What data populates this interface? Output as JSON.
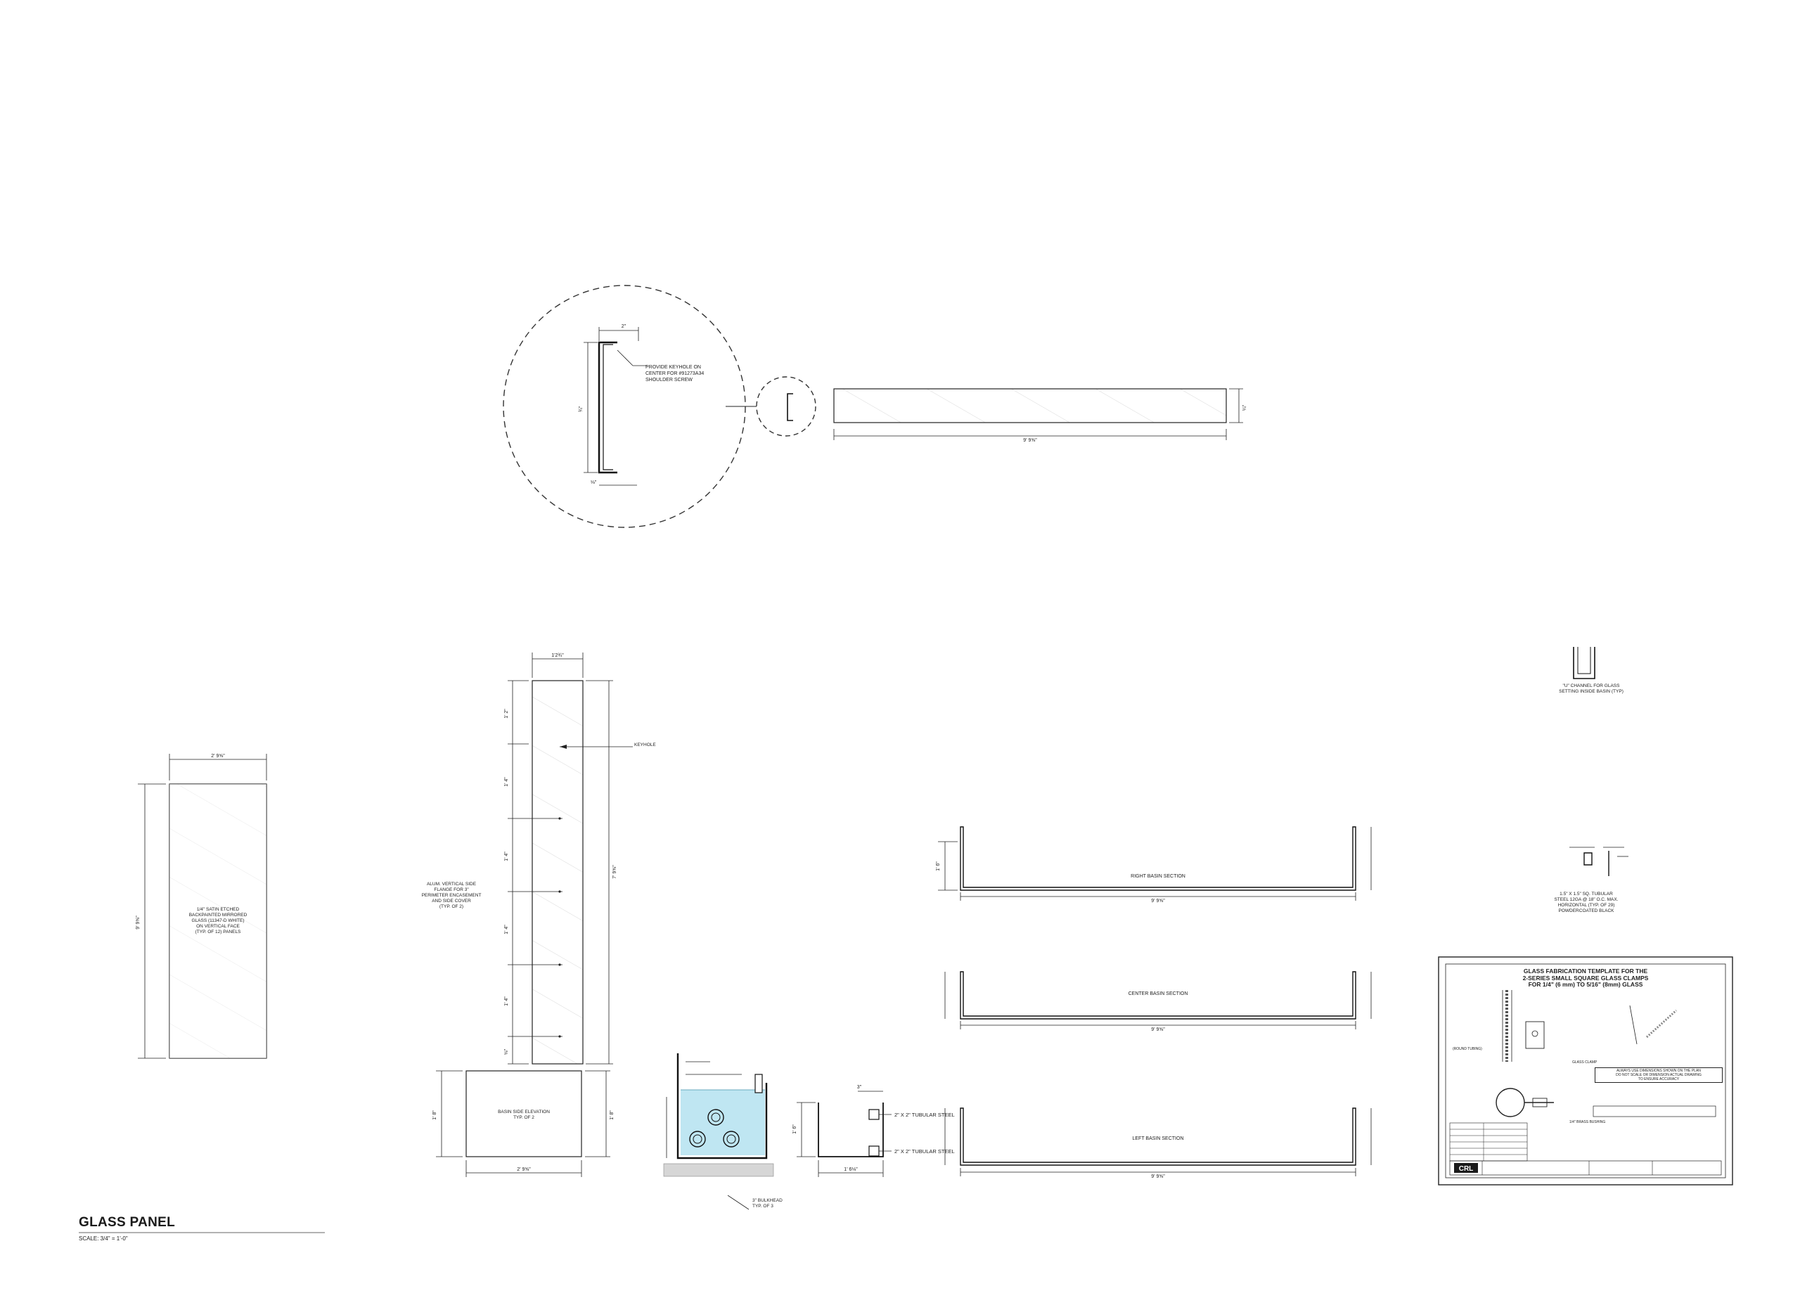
{
  "sheet": {
    "title": "GLASS PANEL",
    "scale": "SCALE: 3/4\" = 1'-0\""
  },
  "notes": {
    "keyhole_detail": "PROVIDE KEYHOLE ON\nCENTER FOR #91273A34\nSHOULDER SCREW",
    "glass_note": "1/4\" SATIN ETCHED\nBACKPAINTED MIRRORED\nGLASS (11347-D WHITE)\nON VERTICAL FACE\n(TYP. OF 12) PANELS",
    "keyhole": "KEYHOLE",
    "alum_flange": "ALUM. VERTICAL SIDE\nFLANGE FOR 3\"\nPERIMETER ENCASEMENT\nAND SIDE COVER\n(TYP. OF 2)",
    "basin_side_elev": "BASIN SIDE ELEVATION\nTYP. OF 2",
    "tubular_steel_1": "2\" X 2\" TUBULAR STEEL",
    "tubular_steel_2": "2\" X 2\" TUBULAR STEEL",
    "bulkhead": "3\" BULKHEAD\nTYP. OF 3",
    "right_basin": "RIGHT BASIN SECTION",
    "center_basin": "CENTER BASIN SECTION",
    "left_basin": "LEFT BASIN SECTION",
    "u_channel": "\"U\" CHANNEL FOR GLASS\nSETTING INSIDE BASIN (TYP)",
    "tubular_note": "1.5\" X 1.5\" SQ. TUBULAR\nSTEEL 12GA @ 18\" O.C. MAX.\nHORIZONTAL (TYP. OF 29)\nPOWDERCOATED BLACK"
  },
  "dimensions": {
    "keyhole_top": "2\"",
    "keyhole_height": "¾\"",
    "keyhole_bottom": "⅛\"",
    "panel_thickness": "¼\"",
    "panel_length": "9' 9⅝\"",
    "glass_width": "2' 9⅝\"",
    "glass_height": "9' 9⅝\"",
    "tall_width": "1'2¾\"",
    "tall_height": "7' 9⅝\"",
    "tall_seg_1": "1' 2\"",
    "tall_seg_2": "1' 4\"",
    "tall_seg_3": "1' 4\"",
    "tall_seg_4": "1' 4\"",
    "tall_seg_5": "1' 4\"",
    "tall_seg_6": "⅛\"",
    "basin_height_left": "1' 8\"",
    "basin_height_right": "1' 8\"",
    "basin_width": "2' 9⅝\"",
    "small_section_w": "1' 6⅛\"",
    "small_section_h": "1' 6\"",
    "small_top": "3\"",
    "right_basin_w": "9' 9⅝\"",
    "center_basin_w": "9' 9⅝\"",
    "left_basin_w": "9' 9⅝\"",
    "basin_depth": "1' 6\""
  },
  "inset": {
    "title": "GLASS FABRICATION TEMPLATE FOR THE\n2-SERIES SMALL SQUARE GLASS CLAMPS\nFOR 1/4\" (6 mm) TO 5/16\" (8mm) GLASS",
    "notice": "ALWAYS USE DIMENSIONS SHOWN ON THE PLAN\nDO NOT SCALE OR DIMENSION ACTUAL DRAWING\nTO ENSURE ACCURACY",
    "logo": "CRL",
    "label_glass_clamp": "GLASS CLAMP",
    "label_bushing": "1/4\" BRASS BUSHING",
    "label_tubing": "(ROUND TUBING)"
  },
  "colors": {
    "line": "#1a1a1a",
    "water": "#bfe6f2",
    "hatch": "#c4c4c4"
  }
}
